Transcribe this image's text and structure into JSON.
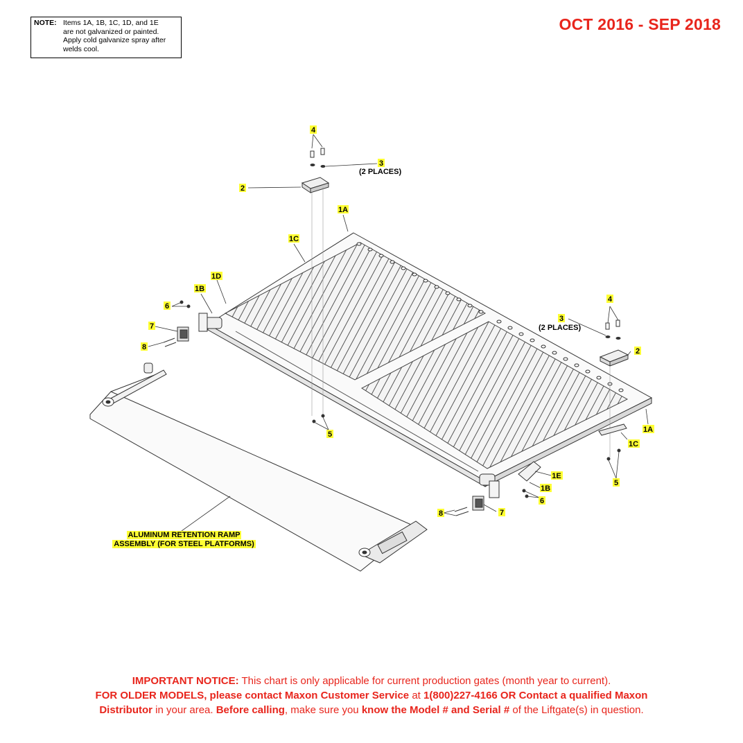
{
  "note": {
    "label": "NOTE:",
    "lines": [
      "Items 1A, 1B, 1C, 1D, and 1E",
      "are not galvanized or painted.",
      "Apply cold galvanize spray after",
      "welds cool."
    ]
  },
  "date_range": "OCT 2016 - SEP 2018",
  "callouts": {
    "c4_top": "4",
    "c3_top": "3",
    "places_top": "(2 PLACES)",
    "c2_top": "2",
    "c1a_top": "1A",
    "c1c_top": "1C",
    "c1d": "1D",
    "c1b_left": "1B",
    "c6_left": "6",
    "c7_left": "7",
    "c8_left": "8",
    "c5_left": "5",
    "c4_right": "4",
    "c3_right": "3",
    "places_right": "(2 PLACES)",
    "c2_right": "2",
    "c1a_right": "1A",
    "c1c_right": "1C",
    "c5_right": "5",
    "c1e": "1E",
    "c1b_right": "1B",
    "c6_right": "6",
    "c7_right": "7",
    "c8_right": "8"
  },
  "ramp_label": {
    "line1": "ALUMINUM RETENTION RAMP",
    "line2": "ASSEMBLY (FOR STEEL PLATFORMS)"
  },
  "notice": {
    "line1_bold": "IMPORTANT NOTICE:",
    "line1_rest": " This chart is only applicable for current production gates (month year to current).",
    "line2_bold": "FOR OLDER MODELS, please contact Maxon Customer Service",
    "line2_mid": " at ",
    "line2_bold2": "1(800)227-4166 OR Contact a qualified Maxon",
    "line3_bold": "Distributor",
    "line3_mid": " in your area. ",
    "line3_bold2": "Before calling",
    "line3_mid2": ", make sure you ",
    "line3_bold3": "know the Model # and Serial #",
    "line3_rest": " of the Liftgate(s) in question."
  },
  "colors": {
    "accent_red": "#e8251c",
    "callout_highlight": "#ffff33",
    "line": "#333333"
  }
}
